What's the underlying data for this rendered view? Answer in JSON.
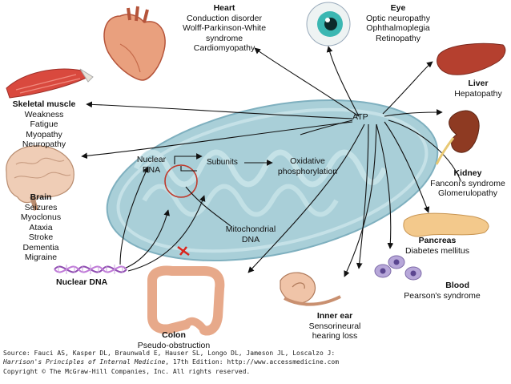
{
  "center": {
    "atp": "ATP",
    "nuclear_dna_inner": [
      "Nuclear",
      "DNA"
    ],
    "subunits": "Subunits",
    "oxphos": [
      "Oxidative",
      "phosphorylation"
    ],
    "mito_dna": [
      "Mitochondrial",
      "DNA"
    ],
    "nuclear_dna_outer": "Nuclear DNA"
  },
  "organs": {
    "heart": {
      "title": "Heart",
      "lines": [
        "Conduction disorder",
        "Wolff-Parkinson-White",
        "syndrome",
        "Cardiomyopathy"
      ]
    },
    "eye": {
      "title": "Eye",
      "lines": [
        "Optic neuropathy",
        "Ophthalmoplegia",
        "Retinopathy"
      ]
    },
    "skeletal_muscle": {
      "title": "Skeletal muscle",
      "lines": [
        "Weakness",
        "Fatigue",
        "Myopathy",
        "Neuropathy"
      ]
    },
    "liver": {
      "title": "Liver",
      "lines": [
        "Hepatopathy"
      ]
    },
    "kidney": {
      "title": "Kidney",
      "lines": [
        "Fanconi's syndrome",
        "Glomerulopathy"
      ]
    },
    "brain": {
      "title": "Brain",
      "lines": [
        "Seizures",
        "Myoclonus",
        "Ataxia",
        "Stroke",
        "Dementia",
        "Migraine"
      ]
    },
    "pancreas": {
      "title": "Pancreas",
      "lines": [
        "Diabetes mellitus"
      ]
    },
    "blood": {
      "title": "Blood",
      "lines": [
        "Pearson's syndrome"
      ]
    },
    "inner_ear": {
      "title": "Inner ear",
      "lines": [
        "Sensorineural",
        "hearing loss"
      ]
    },
    "colon": {
      "title": "Colon",
      "lines": [
        "Pseudo-obstruction"
      ]
    }
  },
  "source": {
    "line1": "Source: Fauci AS, Kasper DL, Braunwald E, Hauser SL, Longo DL, Jameson JL, Loscalzo J:",
    "line2_italic": "Harrison's Principles of Internal Medicine",
    "line2_rest": ", 17th Edition: http://www.accessmedicine.com",
    "line3": "Copyright © The McGraw-Hill Companies, Inc. All rights reserved."
  },
  "colors": {
    "mito_fill": "#a9cfd8",
    "mito_stroke": "#7fb0bf",
    "mito_dna_ring": "#c0392b",
    "inhibit_mark": "#d9241c",
    "arrow": "#111111"
  }
}
